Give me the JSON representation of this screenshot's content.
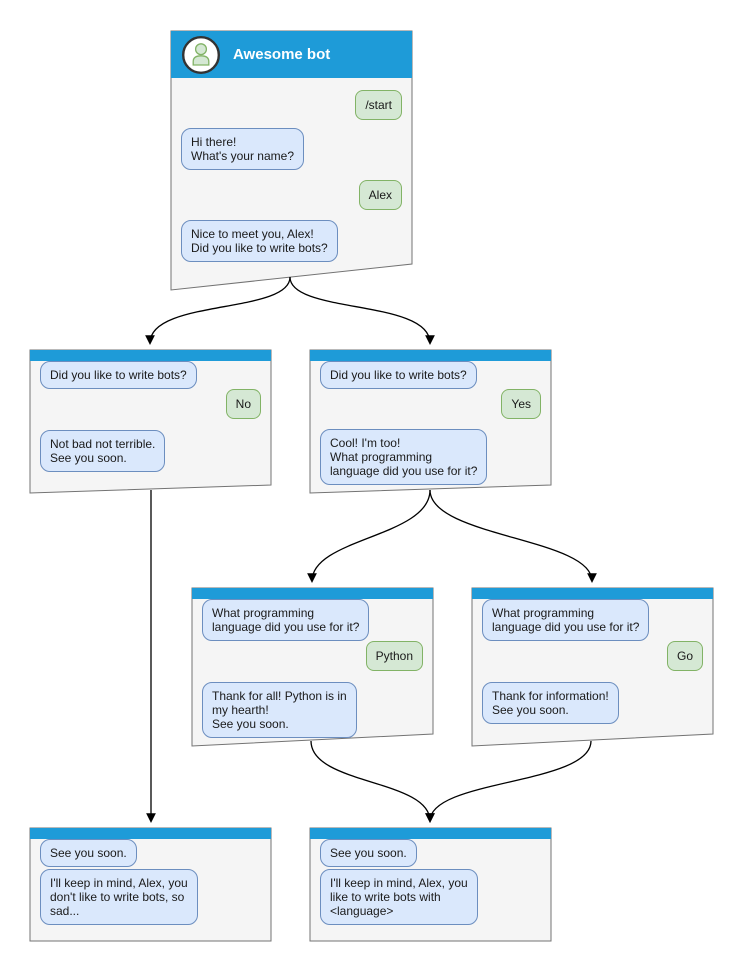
{
  "colors": {
    "header_blue": "#1e9bd8",
    "node_bg": "#f5f5f5",
    "node_border": "#737373",
    "bot_bubble_bg": "#dae8fc",
    "bot_bubble_border": "#6c8ebf",
    "user_bubble_bg": "#d5e8d4",
    "user_bubble_border": "#82b366",
    "avatar_fill": "#d5e8d4",
    "avatar_stroke": "#82b366",
    "avatar_ring": "#333333",
    "arrow_black": "#000000",
    "title_white": "#ffffff",
    "text_dark": "#1a1a1a"
  },
  "diagram": {
    "root": {
      "title": "Awesome bot",
      "messages": [
        {
          "from": "user",
          "text": "/start"
        },
        {
          "from": "bot",
          "text": "Hi there!\nWhat's your name?"
        },
        {
          "from": "user",
          "text": "Alex"
        },
        {
          "from": "bot",
          "text": "Nice to meet you, Alex!\nDid you like to write bots?"
        }
      ]
    },
    "nodes": [
      {
        "id": "no-branch",
        "messages": [
          {
            "from": "bot",
            "text": "Did you like to write bots?"
          },
          {
            "from": "user",
            "text": "No"
          },
          {
            "from": "bot",
            "text": "Not bad not terrible.\nSee you soon."
          }
        ]
      },
      {
        "id": "yes-branch",
        "messages": [
          {
            "from": "bot",
            "text": "Did you like to write bots?"
          },
          {
            "from": "user",
            "text": "Yes"
          },
          {
            "from": "bot",
            "text": "Cool! I'm too!\nWhat programming\nlanguage did you use for it?"
          }
        ]
      },
      {
        "id": "python-branch",
        "messages": [
          {
            "from": "bot",
            "text": "What programming\nlanguage did you use for it?"
          },
          {
            "from": "user",
            "text": "Python"
          },
          {
            "from": "bot",
            "text": "Thank for all! Python is in\nmy hearth!\nSee you soon."
          }
        ]
      },
      {
        "id": "go-branch",
        "messages": [
          {
            "from": "bot",
            "text": "What programming\nlanguage did you use for it?"
          },
          {
            "from": "user",
            "text": "Go"
          },
          {
            "from": "bot",
            "text": "Thank for information!\nSee you soon."
          }
        ]
      },
      {
        "id": "end-no",
        "messages": [
          {
            "from": "bot",
            "text": "See you soon."
          },
          {
            "from": "bot",
            "text": "I'll keep in mind, Alex, you\ndon't like to write bots, so\nsad..."
          }
        ]
      },
      {
        "id": "end-language",
        "messages": [
          {
            "from": "bot",
            "text": "See you soon."
          },
          {
            "from": "bot",
            "text": "I'll keep in mind, Alex, you\nlike to write bots with\n<language>"
          }
        ]
      }
    ],
    "edges": [
      {
        "from": "root",
        "to": "no-branch"
      },
      {
        "from": "root",
        "to": "yes-branch"
      },
      {
        "from": "yes-branch",
        "to": "python-branch"
      },
      {
        "from": "yes-branch",
        "to": "go-branch"
      },
      {
        "from": "no-branch",
        "to": "end-no"
      },
      {
        "from": "python-branch",
        "to": "end-language"
      },
      {
        "from": "go-branch",
        "to": "end-language"
      }
    ]
  }
}
